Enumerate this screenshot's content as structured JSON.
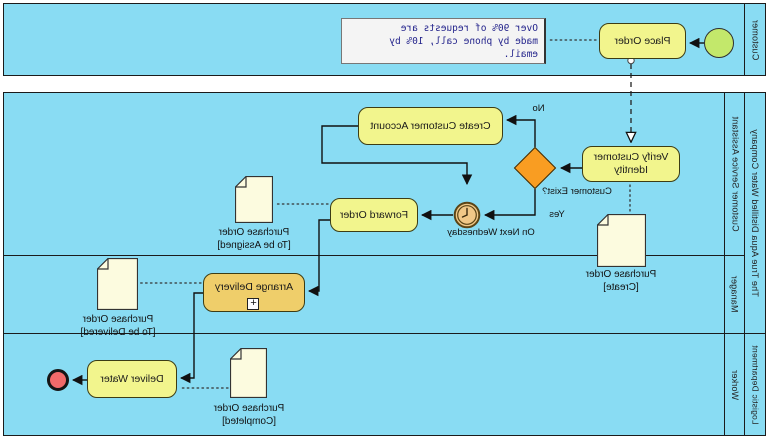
{
  "diagram": {
    "pools": {
      "customer_label": "Customer",
      "company_label": "The True Aqua Distilled Water Company",
      "logistic_label": "Logistic Department",
      "lanes": {
        "csa": "Customer Service Assistant",
        "manager": "Manager",
        "worker": "Worker"
      }
    },
    "nodes": {
      "place_order": "Place Order",
      "verify_identity": "Verify Customer Identity",
      "create_account": "Create Customer Account",
      "forward_order": "Forward Order",
      "arrange_delivery": "Arrange Delivery",
      "deliver_water": "Deliver Water",
      "gateway_question": "Customer Exist?",
      "timer_label": "On Next Wednesday",
      "subprocess_marker": "+"
    },
    "flow_labels": {
      "yes": "Yes",
      "no": "No"
    },
    "documents": {
      "create": [
        "Purchase Order",
        "[Create]"
      ],
      "assigned": [
        "Purchase Order",
        "[To be Assigned]"
      ],
      "delivered": [
        "Purchase Order",
        "[To be Delivered]"
      ],
      "completed": [
        "Purchase Order",
        "[Completed]"
      ]
    },
    "annotation": {
      "lines": [
        "Over 90% of requests are",
        "made by phone call, 10% by",
        "email."
      ]
    }
  },
  "colors": {
    "pool_bg": "#89DCF3",
    "task_fill": "#F2F58D",
    "gold": "#EFCE6A",
    "green": "#C3E86B",
    "orange": "#F99D22",
    "red": "#F16A6A",
    "timer_fill": "#F1C887",
    "timer_ring": "#5B4516",
    "doc_fill": "#FCFBDF",
    "note_text": "#24248C"
  }
}
